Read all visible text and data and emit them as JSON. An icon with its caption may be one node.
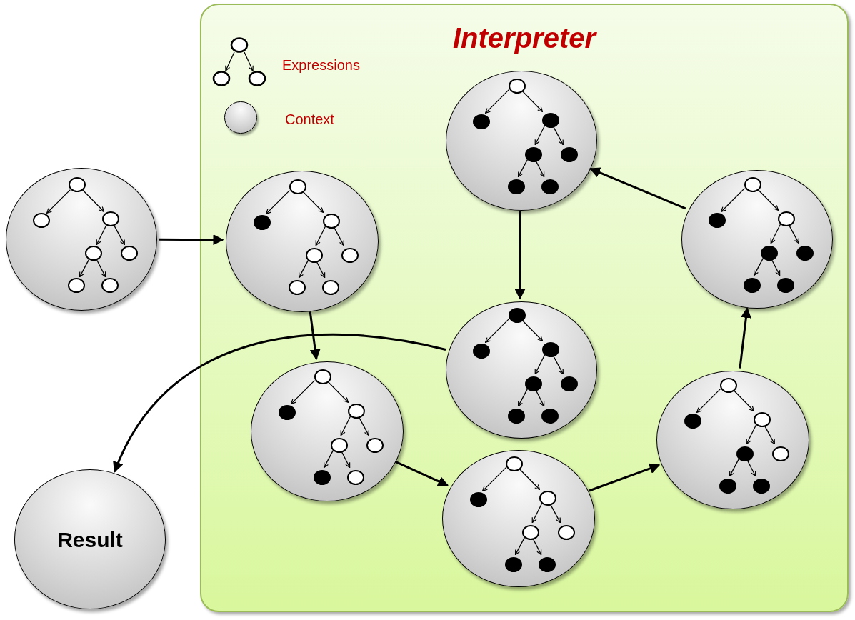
{
  "diagram": {
    "nodes": [
      {
        "text": [
          "Interpreter"
        ]
      },
      {
        "text": [],
        "shape": "ellipse"
      },
      {
        "text": [],
        "shape": "ellipse",
        "in": 0
      },
      {
        "text": [],
        "shape": "ellipse",
        "in": 0
      },
      {
        "text": [],
        "shape": "ellipse",
        "in": 0
      },
      {
        "text": [],
        "shape": "ellipse",
        "in": 0
      },
      {
        "text": [],
        "shape": "ellipse",
        "in": 0
      },
      {
        "text": [],
        "shape": "ellipse",
        "in": 0
      },
      {
        "text": [],
        "shape": "ellipse",
        "in": 0
      },
      {
        "text": [
          "Result"
        ]
      },
      {
        "text": [],
        "shape": "circle",
        "in": 1
      },
      {
        "text": [],
        "shape": "circle",
        "in": 1
      },
      {
        "text": [],
        "shape": "circle",
        "in": 1
      },
      {
        "text": [],
        "shape": "circle",
        "in": 1
      },
      {
        "text": [],
        "shape": "circle",
        "in": 1
      },
      {
        "text": [],
        "shape": "circle",
        "in": 1
      },
      {
        "text": [],
        "shape": "circle",
        "in": 1
      },
      {
        "text": [],
        "shape": "circle",
        "in": 2
      },
      {
        "text": [],
        "shape": "dot",
        "in": 2
      },
      {
        "text": [],
        "shape": "circle",
        "in": 2
      },
      {
        "text": [],
        "shape": "circle",
        "in": 2
      },
      {
        "text": [],
        "shape": "circle",
        "in": 2
      },
      {
        "text": [],
        "shape": "circle",
        "in": 2
      },
      {
        "text": [],
        "shape": "circle",
        "in": 2
      },
      {
        "text": [],
        "shape": "circle",
        "in": 3
      },
      {
        "text": [],
        "shape": "dot",
        "in": 3
      },
      {
        "text": [],
        "shape": "dot",
        "in": 3
      },
      {
        "text": [],
        "shape": "dot",
        "in": 3
      },
      {
        "text": [],
        "shape": "dot",
        "in": 3
      },
      {
        "text": [],
        "shape": "dot",
        "in": 3
      },
      {
        "text": [],
        "shape": "dot",
        "in": 3
      },
      {
        "text": [],
        "shape": "circle",
        "in": 4
      },
      {
        "text": [],
        "shape": "dot",
        "in": 4
      },
      {
        "text": [],
        "shape": "circle",
        "in": 4
      },
      {
        "text": [],
        "shape": "dot",
        "in": 4
      },
      {
        "text": [],
        "shape": "dot",
        "in": 4
      },
      {
        "text": [],
        "shape": "dot",
        "in": 4
      },
      {
        "text": [],
        "shape": "dot",
        "in": 4
      },
      {
        "text": [],
        "shape": "dot",
        "in": 5
      },
      {
        "text": [],
        "shape": "dot",
        "in": 5
      },
      {
        "text": [],
        "shape": "dot",
        "in": 5
      },
      {
        "text": [],
        "shape": "dot",
        "in": 5
      },
      {
        "text": [],
        "shape": "dot",
        "in": 5
      },
      {
        "text": [],
        "shape": "dot",
        "in": 5
      },
      {
        "text": [],
        "shape": "dot",
        "in": 5
      },
      {
        "text": [],
        "shape": "circle",
        "in": 6
      },
      {
        "text": [],
        "shape": "dot",
        "in": 6
      },
      {
        "text": [],
        "shape": "circle",
        "in": 6
      },
      {
        "text": [],
        "shape": "circle",
        "in": 6
      },
      {
        "text": [],
        "shape": "circle",
        "in": 6
      },
      {
        "text": [],
        "shape": "dot",
        "in": 6
      },
      {
        "text": [],
        "shape": "circle",
        "in": 6
      },
      {
        "text": [],
        "shape": "circle",
        "in": 7
      },
      {
        "text": [],
        "shape": "dot",
        "in": 7
      },
      {
        "text": [],
        "shape": "circle",
        "in": 7
      },
      {
        "text": [],
        "shape": "circle",
        "in": 7
      },
      {
        "text": [],
        "shape": "circle",
        "in": 7
      },
      {
        "text": [],
        "shape": "dot",
        "in": 7
      },
      {
        "text": [],
        "shape": "dot",
        "in": 7
      },
      {
        "text": [],
        "shape": "circle",
        "in": 8
      },
      {
        "text": [],
        "shape": "dot",
        "in": 8
      },
      {
        "text": [],
        "shape": "circle",
        "in": 8
      },
      {
        "text": [],
        "shape": "dot",
        "in": 8
      },
      {
        "text": [],
        "shape": "circle",
        "in": 8
      },
      {
        "text": [],
        "shape": "dot",
        "in": 8
      },
      {
        "text": [],
        "shape": "dot",
        "in": 8
      }
    ],
    "edges": [
      {
        "from": 1,
        "to": 2,
        "arrow": "to"
      },
      {
        "from": 2,
        "to": 6,
        "arrow": "to"
      },
      {
        "from": 6,
        "to": 7,
        "arrow": "to"
      },
      {
        "from": 7,
        "to": 8,
        "arrow": "to"
      },
      {
        "from": 8,
        "to": 4,
        "arrow": "to"
      },
      {
        "from": 4,
        "to": 3,
        "arrow": "to"
      },
      {
        "from": 3,
        "to": 5,
        "arrow": "to"
      },
      {
        "from": 5,
        "to": 9,
        "arrow": "to"
      },
      {
        "from": 10,
        "to": 11,
        "arrow": "to"
      },
      {
        "from": 10,
        "to": 12,
        "arrow": "to"
      },
      {
        "from": 12,
        "to": 13,
        "arrow": "to"
      },
      {
        "from": 12,
        "to": 14,
        "arrow": "to"
      },
      {
        "from": 13,
        "to": 15,
        "arrow": "to"
      },
      {
        "from": 13,
        "to": 16,
        "arrow": "to"
      },
      {
        "from": 17,
        "to": 18,
        "arrow": "to"
      },
      {
        "from": 17,
        "to": 19,
        "arrow": "to"
      },
      {
        "from": 19,
        "to": 20,
        "arrow": "to"
      },
      {
        "from": 19,
        "to": 21,
        "arrow": "to"
      },
      {
        "from": 20,
        "to": 22,
        "arrow": "to"
      },
      {
        "from": 20,
        "to": 23,
        "arrow": "to"
      },
      {
        "from": 24,
        "to": 25,
        "arrow": "to"
      },
      {
        "from": 24,
        "to": 26,
        "arrow": "to"
      },
      {
        "from": 26,
        "to": 27,
        "arrow": "to"
      },
      {
        "from": 26,
        "to": 28,
        "arrow": "to"
      },
      {
        "from": 27,
        "to": 29,
        "arrow": "to"
      },
      {
        "from": 27,
        "to": 30,
        "arrow": "to"
      },
      {
        "from": 31,
        "to": 32,
        "arrow": "to"
      },
      {
        "from": 31,
        "to": 33,
        "arrow": "to"
      },
      {
        "from": 33,
        "to": 34,
        "arrow": "to"
      },
      {
        "from": 33,
        "to": 35,
        "arrow": "to"
      },
      {
        "from": 34,
        "to": 36,
        "arrow": "to"
      },
      {
        "from": 34,
        "to": 37,
        "arrow": "to"
      },
      {
        "from": 38,
        "to": 39,
        "arrow": "to"
      },
      {
        "from": 38,
        "to": 40,
        "arrow": "to"
      },
      {
        "from": 40,
        "to": 41,
        "arrow": "to"
      },
      {
        "from": 40,
        "to": 42,
        "arrow": "to"
      },
      {
        "from": 41,
        "to": 43,
        "arrow": "to"
      },
      {
        "from": 41,
        "to": 44,
        "arrow": "to"
      },
      {
        "from": 45,
        "to": 46,
        "arrow": "to"
      },
      {
        "from": 45,
        "to": 47,
        "arrow": "to"
      },
      {
        "from": 47,
        "to": 48,
        "arrow": "to"
      },
      {
        "from": 47,
        "to": 49,
        "arrow": "to"
      },
      {
        "from": 48,
        "to": 50,
        "arrow": "to"
      },
      {
        "from": 48,
        "to": 51,
        "arrow": "to"
      },
      {
        "from": 52,
        "to": 53,
        "arrow": "to"
      },
      {
        "from": 52,
        "to": 54,
        "arrow": "to"
      },
      {
        "from": 54,
        "to": 55,
        "arrow": "to"
      },
      {
        "from": 54,
        "to": 56,
        "arrow": "to"
      },
      {
        "from": 55,
        "to": 57,
        "arrow": "to"
      },
      {
        "from": 55,
        "to": 58,
        "arrow": "to"
      },
      {
        "from": 59,
        "to": 60,
        "arrow": "to"
      },
      {
        "from": 59,
        "to": 61,
        "arrow": "to"
      },
      {
        "from": 61,
        "to": 62,
        "arrow": "to"
      },
      {
        "from": 61,
        "to": 63,
        "arrow": "to"
      },
      {
        "from": 62,
        "to": 64,
        "arrow": "to"
      },
      {
        "from": 62,
        "to": 65,
        "arrow": "to"
      }
    ],
    "legend": [
      {
        "text": "Expressions"
      },
      {
        "text": "Context"
      }
    ]
  }
}
